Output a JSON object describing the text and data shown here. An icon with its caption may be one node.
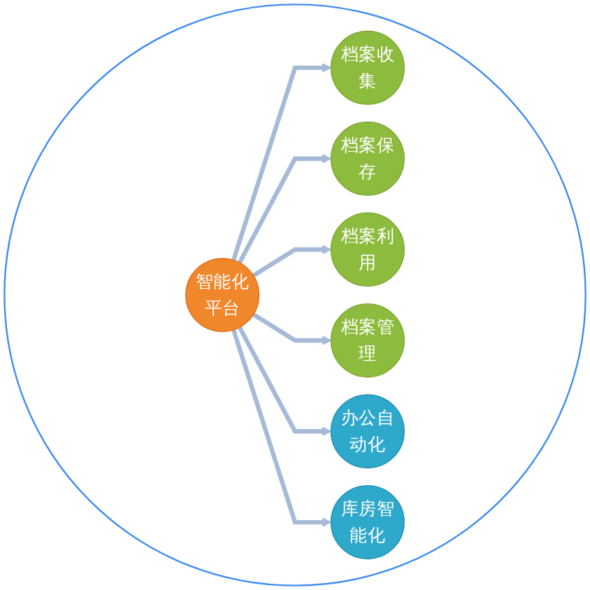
{
  "diagram": {
    "nodes": [
      {
        "text": [],
        "shape": "circle"
      },
      {
        "text": [
          "智能化平台"
        ],
        "in": 0
      },
      {
        "text": [
          "档案收集"
        ],
        "in": 0
      },
      {
        "text": [
          "档案保存"
        ],
        "in": 0
      },
      {
        "text": [
          "档案利用"
        ],
        "in": 0
      },
      {
        "text": [
          "档案管理"
        ],
        "in": 0
      },
      {
        "text": [
          "办公自动化"
        ],
        "in": 0
      },
      {
        "text": [
          "库房智能化"
        ],
        "in": 0
      }
    ],
    "edges": [
      {
        "from": 1,
        "to": 2,
        "arrow": "to"
      },
      {
        "from": 1,
        "to": 3,
        "arrow": "to"
      },
      {
        "from": 1,
        "to": 4,
        "arrow": "to"
      },
      {
        "from": 1,
        "to": 5,
        "arrow": "to"
      },
      {
        "from": 1,
        "to": 6,
        "arrow": "to"
      },
      {
        "from": 1,
        "to": 7,
        "arrow": "to"
      }
    ]
  }
}
